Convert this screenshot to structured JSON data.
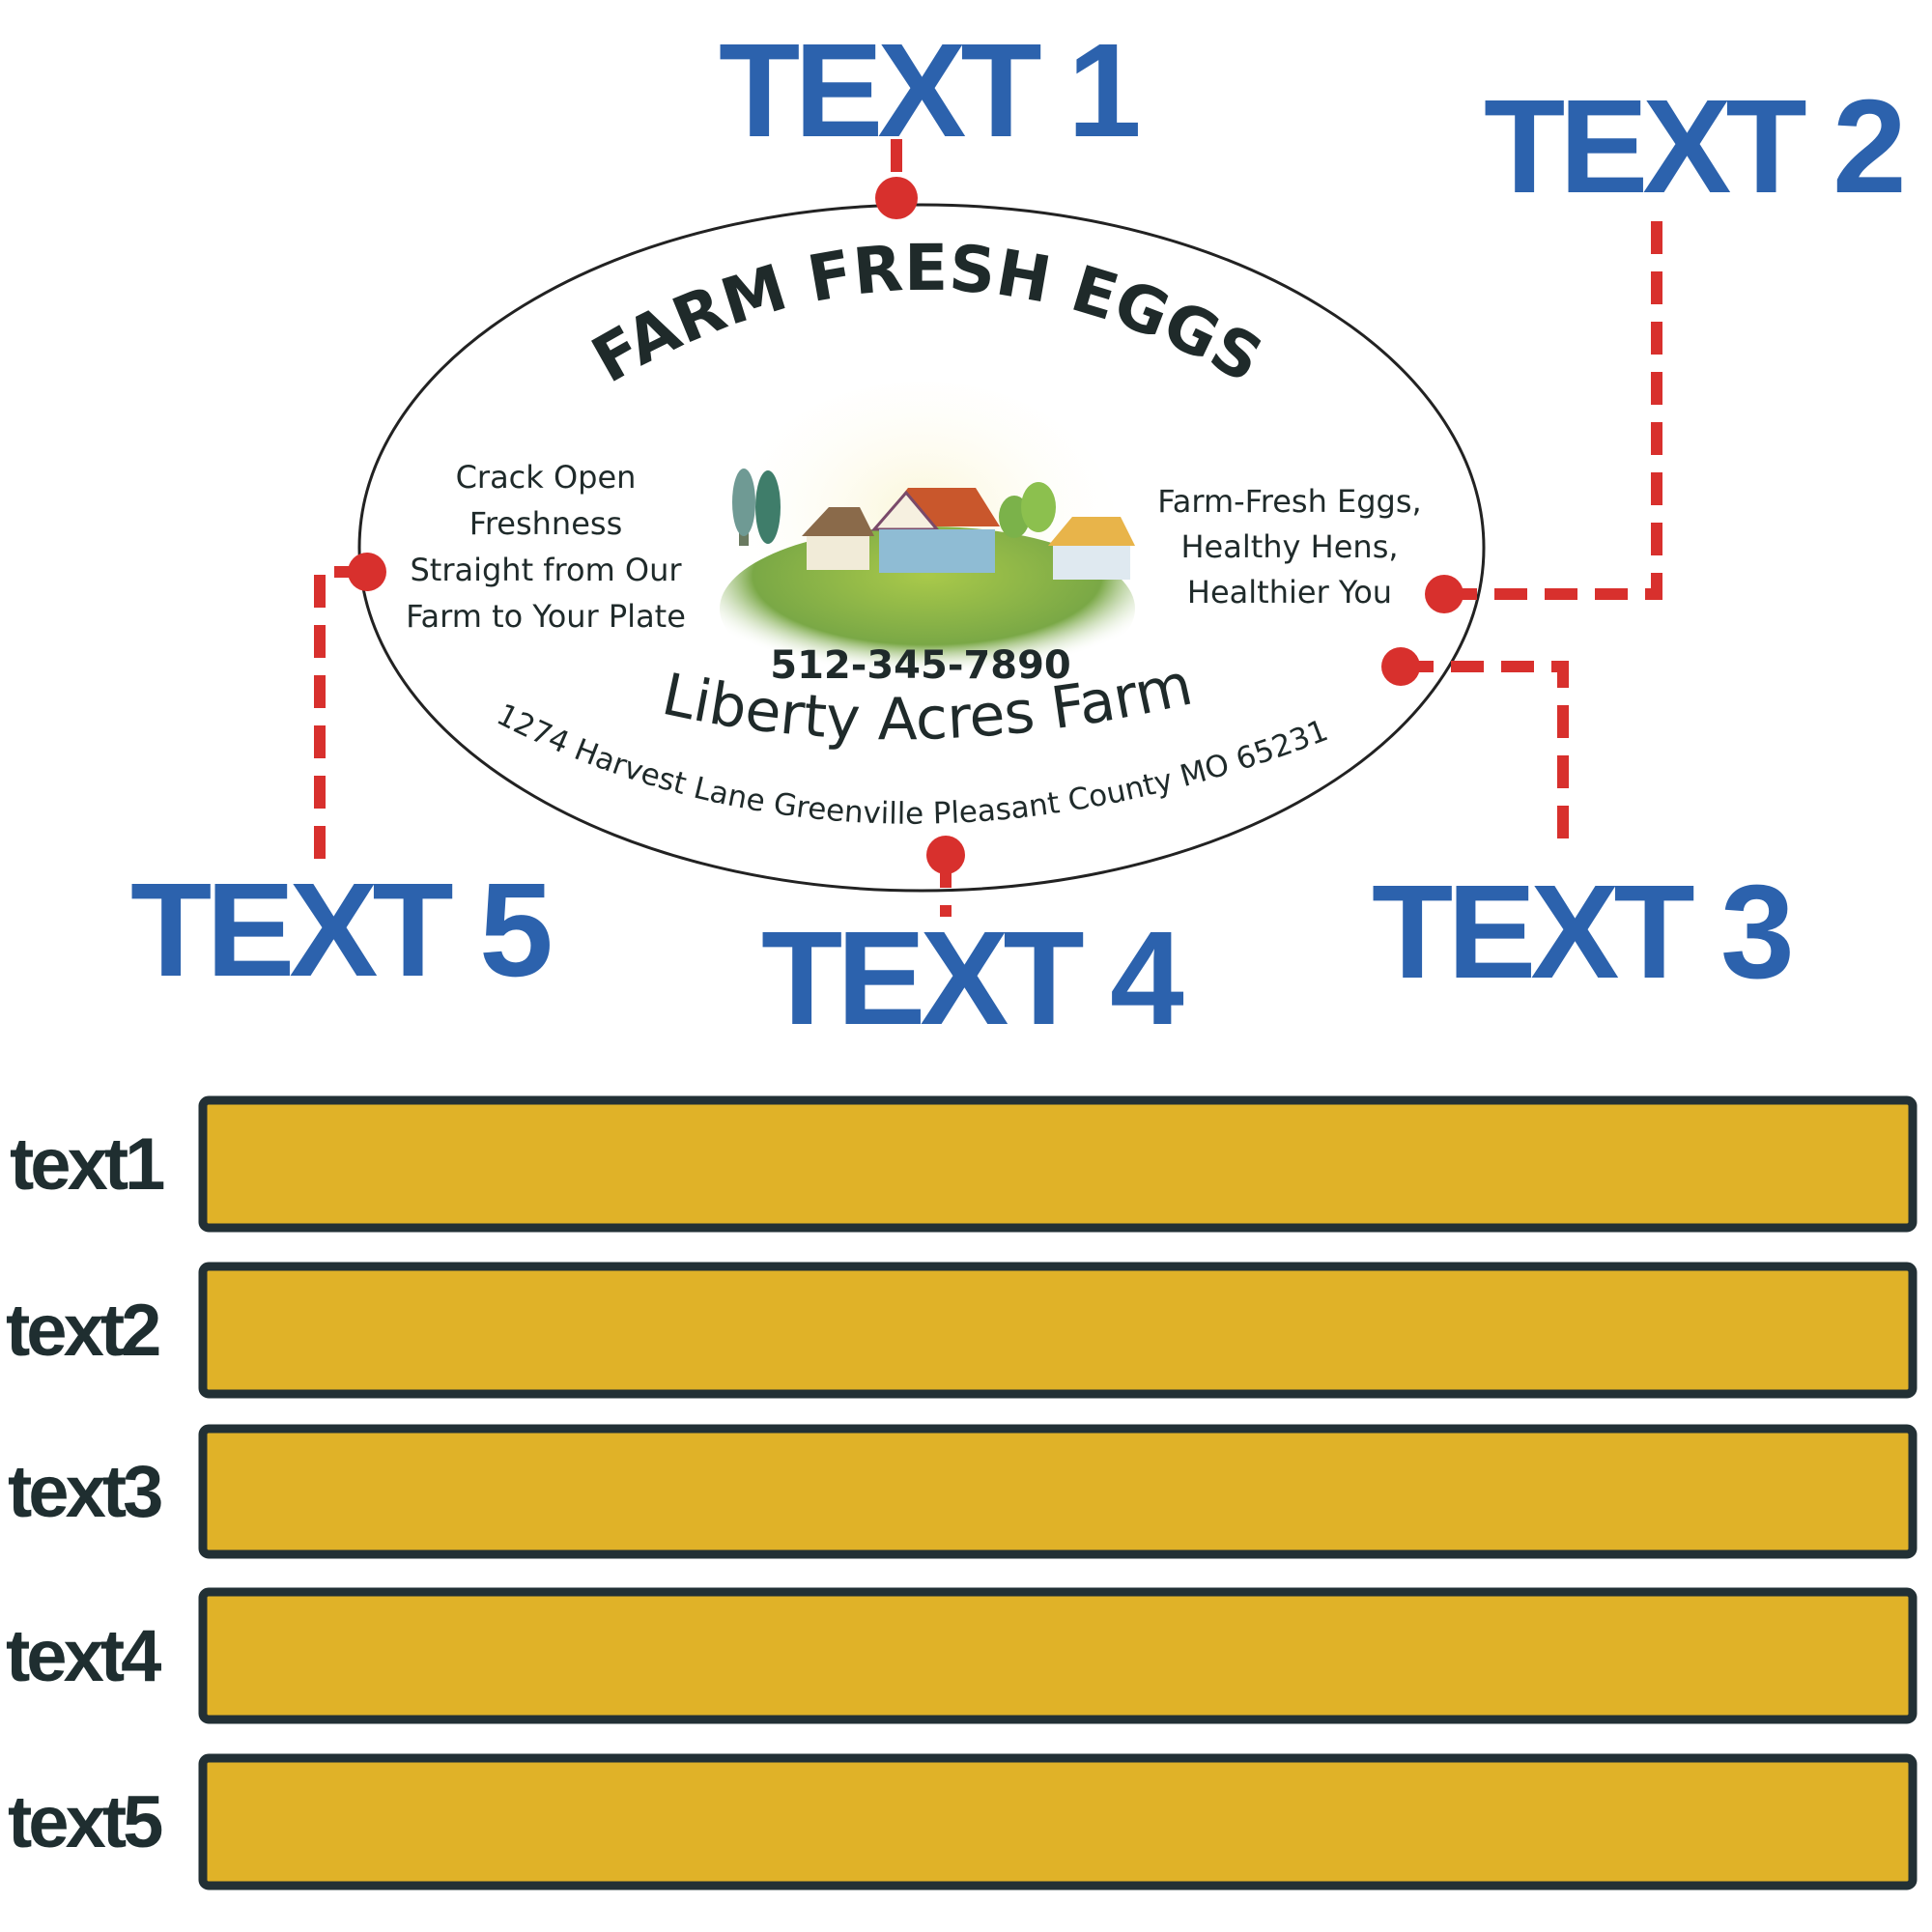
{
  "callouts": {
    "text1": "TEXT 1",
    "text2": "TEXT 2",
    "text3": "TEXT 3",
    "text4": "TEXT 4",
    "text5": "TEXT 5"
  },
  "label": {
    "title": "FARM FRESH EGGS",
    "left_lines": [
      "Crack Open",
      "Freshness",
      "Straight from Our",
      "Farm to Your Plate"
    ],
    "right_lines": [
      "Farm-Fresh Eggs,",
      "Healthy Hens,",
      "Healthier You"
    ],
    "phone": "512-345-7890",
    "farm_name": "Liberty Acres Farm",
    "address": "1274 Harvest Lane Greenville Pleasant County MO 65231"
  },
  "answer_rows": [
    {
      "label": "text1",
      "value": ""
    },
    {
      "label": "text2",
      "value": ""
    },
    {
      "label": "text3",
      "value": ""
    },
    {
      "label": "text4",
      "value": ""
    },
    {
      "label": "text5",
      "value": ""
    }
  ],
  "colors": {
    "callout": "#2c62ad",
    "marker": "#d8302d",
    "box_fill": "#e0b228",
    "box_border": "#223035"
  }
}
